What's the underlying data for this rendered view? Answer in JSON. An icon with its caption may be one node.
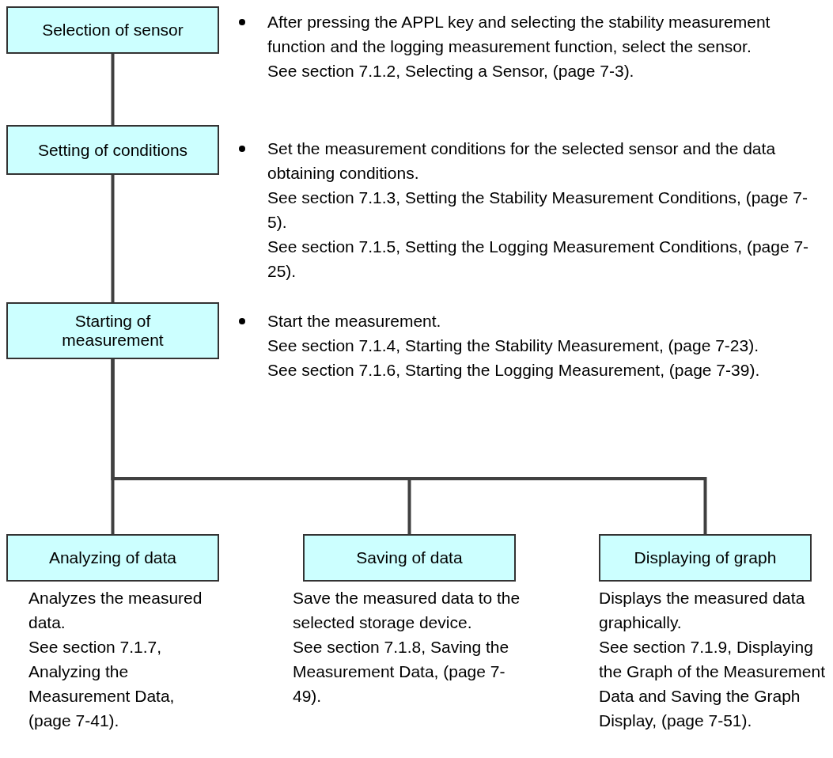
{
  "diagram": {
    "nodes": [
      {
        "text": [
          "Selection of sensor"
        ],
        "beside": [
          "After pressing the APPL key and selecting the stability measurement function and the logging measurement function, select the sensor.",
          "See section 7.1.2, Selecting a Sensor, (page 7-3)."
        ]
      },
      {
        "text": [
          "Setting of conditions"
        ],
        "beside": [
          "Set the measurement conditions for the selected sensor and the data obtaining conditions.",
          "See section 7.1.3, Setting the Stability Measurement Conditions, (page 7-5).",
          "See section 7.1.5, Setting the Logging Measurement Conditions, (page 7-25)."
        ]
      },
      {
        "text": [
          "Starting of measurement"
        ],
        "beside": [
          "Start the measurement.",
          "See section 7.1.4, Starting the Stability Measurement, (page 7-23).",
          "See section 7.1.6, Starting the Logging Measurement, (page 7-39)."
        ]
      },
      {
        "text": [
          "Analyzing of data"
        ],
        "beside": [
          "Analyzes the measured data.",
          "See section 7.1.7, Analyzing the Measurement Data, (page 7-41)."
        ]
      },
      {
        "text": [
          "Saving of data"
        ],
        "beside": [
          "Save the measured data to the selected storage device.",
          "See section 7.1.8, Saving the Measurement Data, (page 7-49)."
        ]
      },
      {
        "text": [
          "Displaying of graph"
        ],
        "beside": [
          "Displays the measured data graphically.",
          "See section 7.1.9, Displaying the Graph of the Measurement Data and Saving the Graph Display, (page 7-51)."
        ]
      }
    ],
    "edges": [
      {
        "from": 0,
        "to": 1,
        "arrow": "none"
      },
      {
        "from": 1,
        "to": 2,
        "arrow": "none"
      },
      {
        "from": 2,
        "to": 3,
        "arrow": "none"
      },
      {
        "from": 2,
        "to": 4,
        "arrow": "none"
      },
      {
        "from": 2,
        "to": 5,
        "arrow": "none"
      }
    ]
  }
}
